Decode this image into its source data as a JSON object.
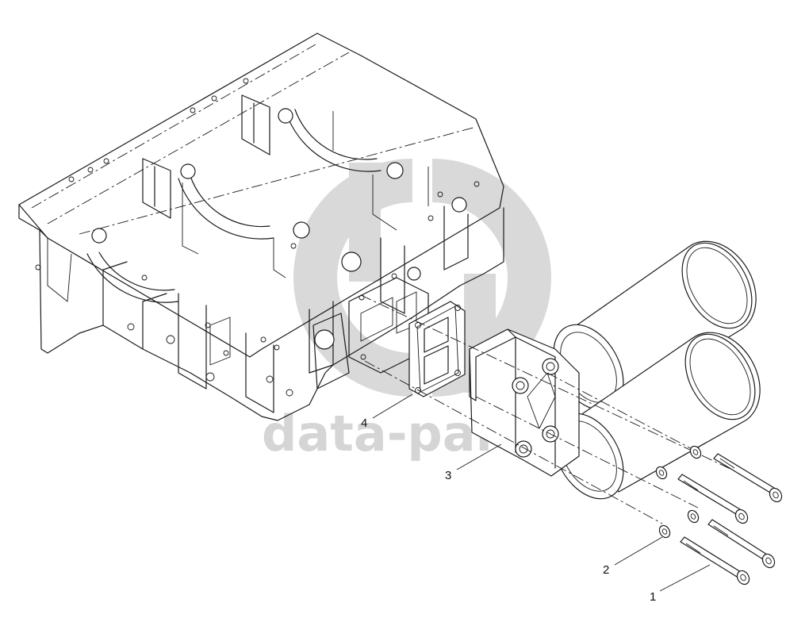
{
  "watermark": {
    "text": "data-parts",
    "color": "#9c9c9c"
  },
  "callouts": [
    {
      "id": "1",
      "label": "1",
      "part": "bolt"
    },
    {
      "id": "2",
      "label": "2",
      "part": "washer"
    },
    {
      "id": "3",
      "label": "3",
      "part": "oil-filter-housing"
    },
    {
      "id": "4",
      "label": "4",
      "part": "gasket"
    }
  ]
}
